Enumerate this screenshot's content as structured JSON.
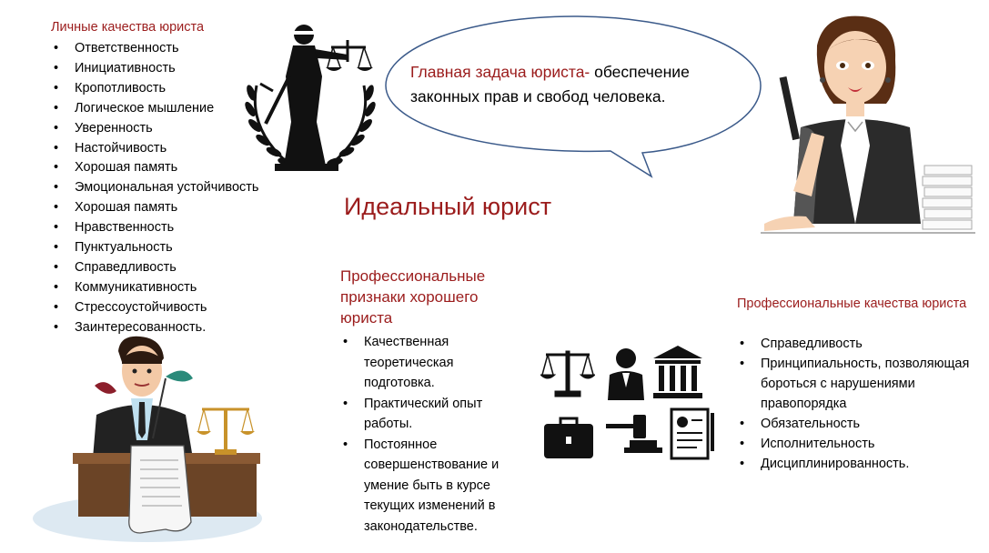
{
  "colors": {
    "accent_red": "#9b1c1c",
    "text": "#000000",
    "bubble_stroke": "#3b5a8a"
  },
  "personal": {
    "title": "Личные качества юриста",
    "items": [
      "Ответственность",
      "Инициативность",
      "Кропотливость",
      "Логическое мышление",
      "Уверенность",
      "Настойчивость",
      "Хорошая память",
      "Эмоциональная устойчивость",
      "Хорошая память",
      "Нравственность",
      "Пунктуальность",
      "Справедливость",
      "Коммуникативность",
      "Стрессоустойчивость",
      "Заинтересованность."
    ]
  },
  "bubble": {
    "highlight": "Главная задача юриста-",
    "rest": " обеспечение законных прав и свобод человека."
  },
  "main_title": "Идеальный юрист",
  "professional_signs": {
    "title": "Профессиональные признаки хорошего юриста",
    "items": [
      "Качественная теоретическая подготовка.",
      "Практический опыт работы.",
      "Постоянное совершенствование и умение быть в курсе текущих изменений в законодательстве."
    ]
  },
  "professional_qualities": {
    "title": "Профессиональные качества юриста",
    "items": [
      "Справедливость",
      "Принципиальность, позволяющая бороться с нарушениями правопорядка",
      "Обязательность",
      "Исполнительность",
      "Дисциплинированность."
    ]
  },
  "icons": [
    "themis-statue-icon",
    "woman-lawyer-illustration",
    "man-lawyer-illustration",
    "scales-icon",
    "judge-icon",
    "courthouse-icon",
    "briefcase-icon",
    "gavel-icon",
    "certificate-icon"
  ]
}
